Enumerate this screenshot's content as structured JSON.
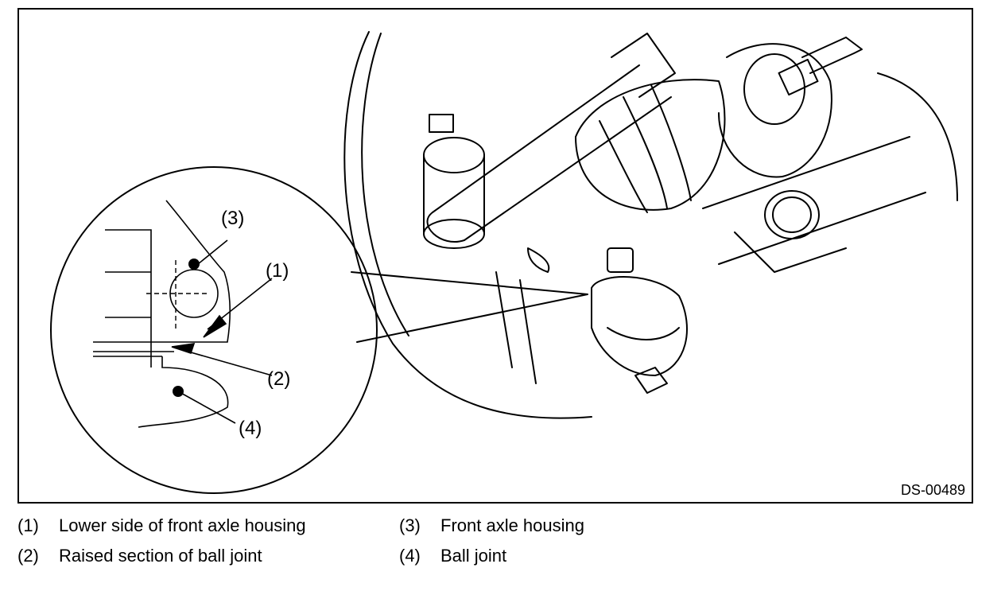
{
  "figure": {
    "code": "DS-00489",
    "callouts": [
      "(1)",
      "(2)",
      "(3)",
      "(4)"
    ]
  },
  "legend": [
    {
      "num": "(1)",
      "text": "Lower side of front axle housing"
    },
    {
      "num": "(2)",
      "text": "Raised section of ball joint"
    },
    {
      "num": "(3)",
      "text": "Front axle housing"
    },
    {
      "num": "(4)",
      "text": "Ball joint"
    }
  ]
}
